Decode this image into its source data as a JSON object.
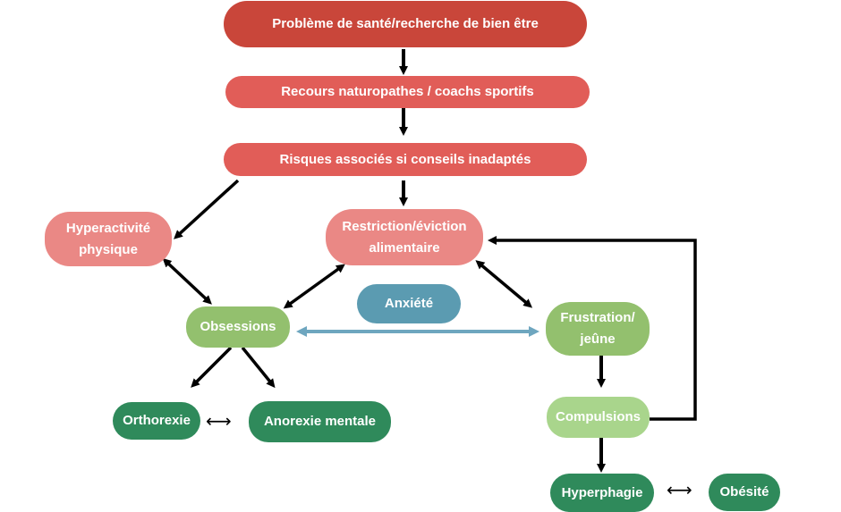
{
  "colors": {
    "dark_red": "#c9463a",
    "red": "#e15d58",
    "pink": "#ea8885",
    "blue": "#5b9bb1",
    "light_green": "#93c06e",
    "pale_green": "#a9d58c",
    "dark_green": "#2f8a5b",
    "arrow": "#000000",
    "arrow_blue": "#6ea6bf"
  },
  "nodes": {
    "probleme": "Problème de santé/recherche de bien être",
    "recours": "Recours naturopathes / coachs sportifs",
    "risques": "Risques associés si conseils inadaptés",
    "hyperactivite_1": "Hyperactivité",
    "hyperactivite_2": "physique",
    "restriction_1": "Restriction/éviction",
    "restriction_2": "alimentaire",
    "anxiete": "Anxiété",
    "obsessions": "Obsessions",
    "frustration_1": "Frustration/",
    "frustration_2": "jeûne",
    "orthorexie": "Orthorexie",
    "anorexie": "Anorexie mentale",
    "compulsions": "Compulsions",
    "hyperphagie": "Hyperphagie",
    "obesite": "Obésité"
  },
  "relations": {
    "orthorexie_anorexie": "⟷",
    "hyperphagie_obesite": "⟷"
  }
}
